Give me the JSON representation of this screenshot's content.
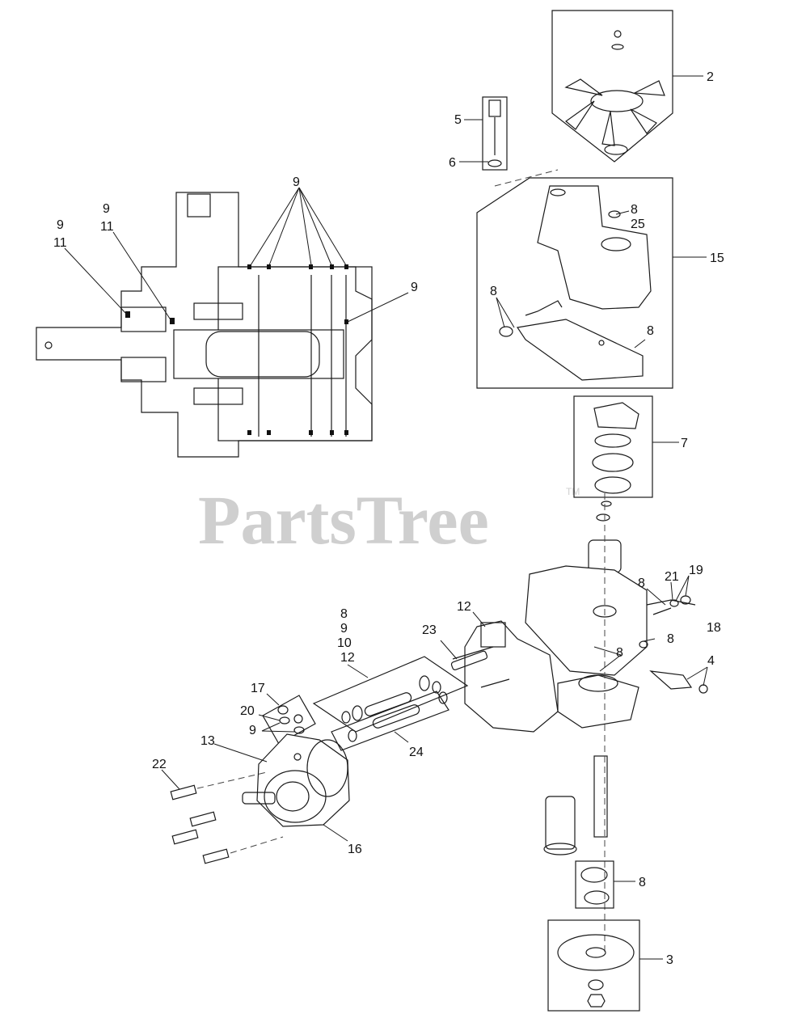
{
  "watermark": {
    "text": "PartsTree",
    "tm": "TM"
  },
  "callouts": {
    "c2": "2",
    "c5": "5",
    "c6": "6",
    "c8a": "8",
    "c25": "25",
    "c15": "15",
    "c8b": "8",
    "c8c": "8",
    "c7": "7",
    "c9a": "9",
    "c11a": "11",
    "c9b": "9",
    "c11b": "11",
    "c9top": "9",
    "c9right": "9",
    "c8d": "8",
    "c21": "21",
    "c19": "19",
    "c18": "18",
    "c8e": "8",
    "c8f": "8",
    "c4": "4",
    "c12a": "12",
    "c23": "23",
    "c8g": "8",
    "c9g": "9",
    "c10g": "10",
    "c12g": "12",
    "c17": "17",
    "c20": "20",
    "c9h": "9",
    "c24": "24",
    "c13": "13",
    "c22": "22",
    "c16": "16",
    "c8h": "8",
    "c3": "3"
  }
}
